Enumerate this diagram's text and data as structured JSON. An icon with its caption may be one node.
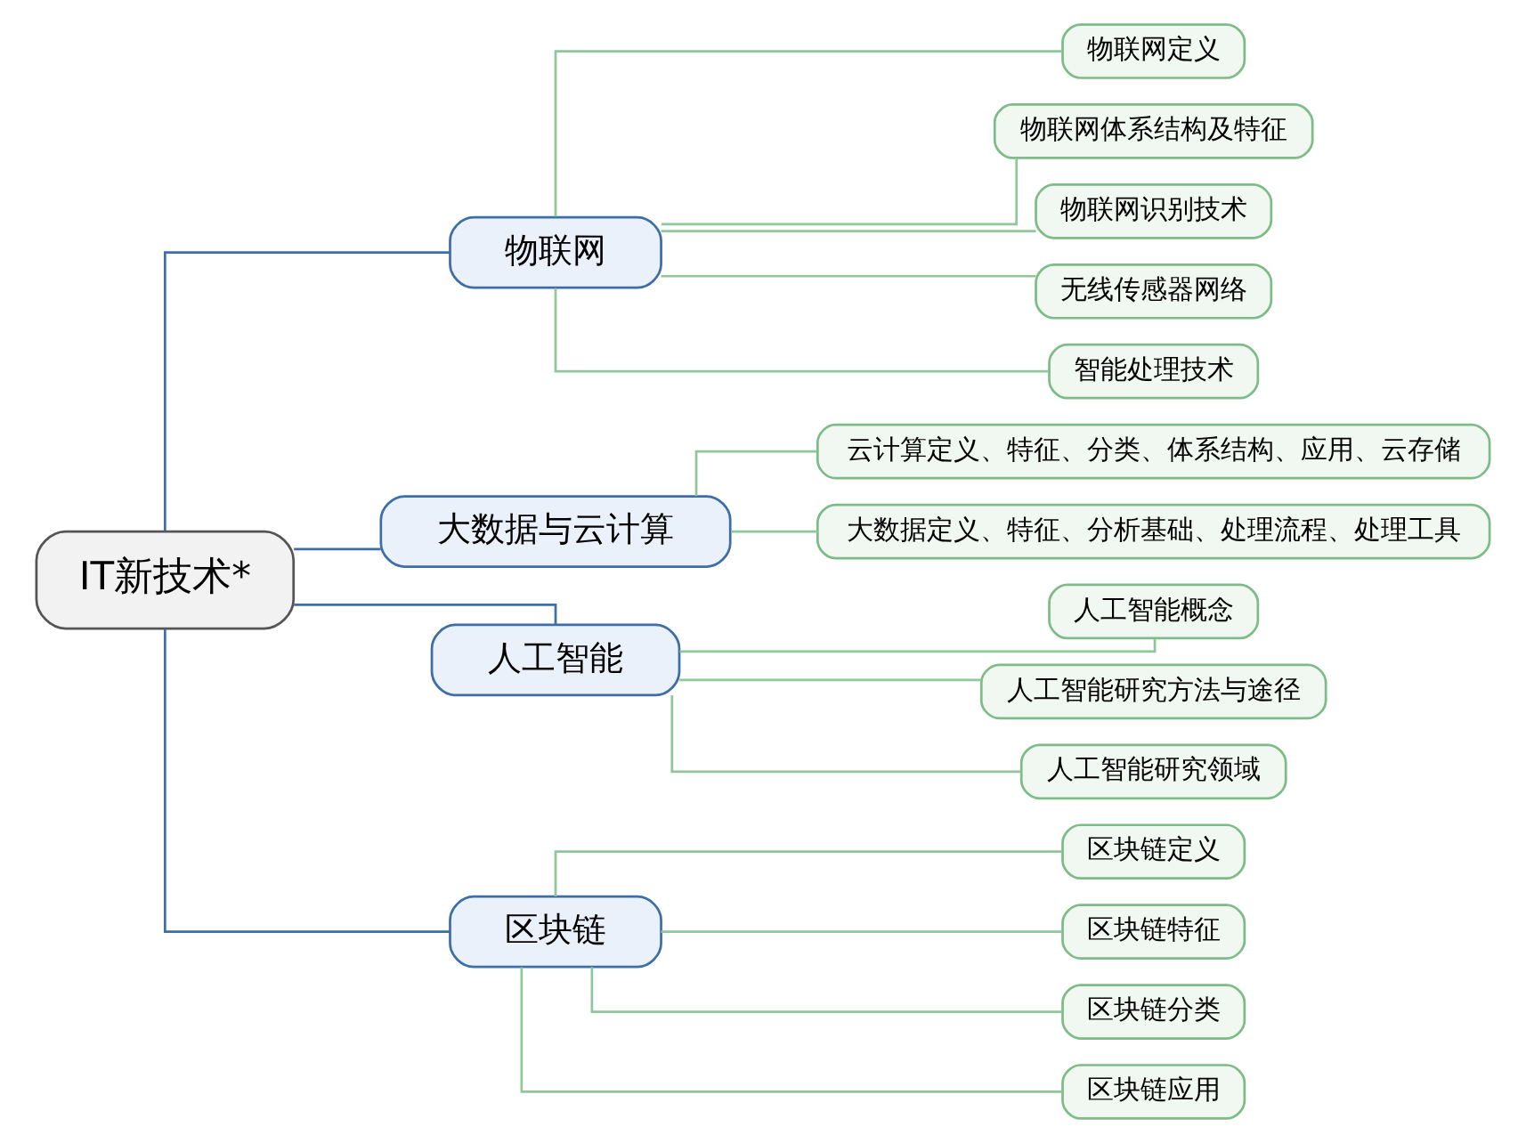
{
  "diagram": {
    "nodes": [
      {
        "text": [
          "IT新技术*"
        ]
      },
      {
        "text": [
          "物联网"
        ]
      },
      {
        "text": [
          "物联网定义"
        ]
      },
      {
        "text": [
          "物联网体系结构及特征"
        ]
      },
      {
        "text": [
          "物联网识别技术"
        ]
      },
      {
        "text": [
          "无线传感器网络"
        ]
      },
      {
        "text": [
          "智能处理技术"
        ]
      },
      {
        "text": [
          "大数据与云计算"
        ]
      },
      {
        "text": [
          "云计算定义、特征、分类、体系结构、应用、云存储"
        ]
      },
      {
        "text": [
          "大数据定义、特征、分析基础、处理流程、处理工具"
        ]
      },
      {
        "text": [
          "人工智能"
        ]
      },
      {
        "text": [
          "人工智能概念"
        ]
      },
      {
        "text": [
          "人工智能研究方法与途径"
        ]
      },
      {
        "text": [
          "人工智能研究领域"
        ]
      },
      {
        "text": [
          "区块链"
        ]
      },
      {
        "text": [
          "区块链定义"
        ]
      },
      {
        "text": [
          "区块链特征"
        ]
      },
      {
        "text": [
          "区块链分类"
        ]
      },
      {
        "text": [
          "区块链应用"
        ]
      }
    ],
    "edges": [
      {
        "from": 0,
        "to": 1,
        "arrow": "none",
        "color": "#3d6ea8"
      },
      {
        "from": 1,
        "to": 2,
        "arrow": "none"
      },
      {
        "from": 1,
        "to": 3,
        "arrow": "none"
      },
      {
        "from": 1,
        "to": 4,
        "arrow": "none"
      },
      {
        "from": 1,
        "to": 5,
        "arrow": "none"
      },
      {
        "from": 1,
        "to": 6,
        "arrow": "none"
      },
      {
        "from": 0,
        "to": 7,
        "arrow": "none",
        "color": "#3d6ea8"
      },
      {
        "from": 7,
        "to": 8,
        "arrow": "none"
      },
      {
        "from": 7,
        "to": 9,
        "arrow": "none"
      },
      {
        "from": 0,
        "to": 10,
        "arrow": "none",
        "color": "#3d6ea8"
      },
      {
        "from": 10,
        "to": 11,
        "arrow": "none"
      },
      {
        "from": 10,
        "to": 12,
        "arrow": "none"
      },
      {
        "from": 10,
        "to": 13,
        "arrow": "none"
      },
      {
        "from": 0,
        "to": 14,
        "arrow": "none",
        "color": "#3d6ea8"
      },
      {
        "from": 14,
        "to": 15,
        "arrow": "none"
      },
      {
        "from": 14,
        "to": 16,
        "arrow": "none"
      },
      {
        "from": 14,
        "to": 17,
        "arrow": "none"
      },
      {
        "from": 14,
        "to": 18,
        "arrow": "none"
      }
    ]
  }
}
